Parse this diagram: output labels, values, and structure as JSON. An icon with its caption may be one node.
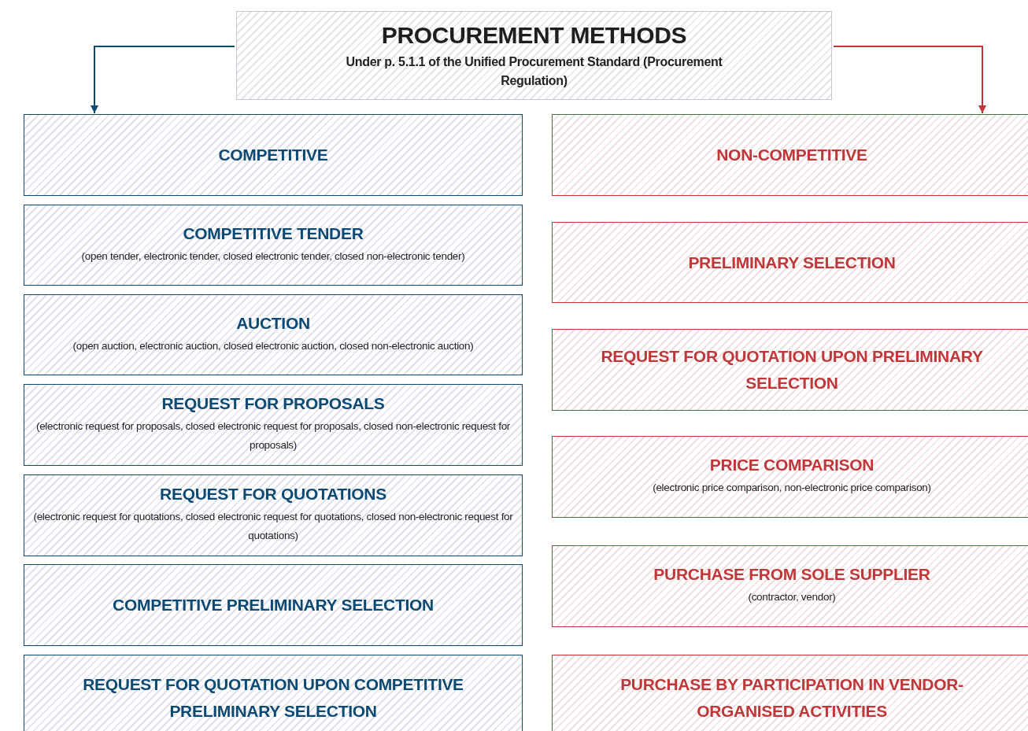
{
  "diagram": {
    "nodes": [
      {
        "text": [
          "PROCUREMENT METHODS",
          "Under p. 5.1.1 of the Unified Procurement Standard (Procurement Regulation)"
        ]
      },
      {
        "text": [
          "COMPETITIVE"
        ]
      },
      {
        "text": [
          "COMPETITIVE TENDER",
          "(open tender, electronic tender, closed electronic tender, closed non-electronic tender)"
        ]
      },
      {
        "text": [
          "AUCTION",
          "(open auction, electronic auction, closed electronic auction, closed non-electronic auction)"
        ]
      },
      {
        "text": [
          "REQUEST FOR PROPOSALS",
          "(electronic request for proposals, closed electronic request for proposals, closed non-electronic request for proposals)"
        ]
      },
      {
        "text": [
          "REQUEST FOR QUOTATIONS",
          "(electronic request for quotations, closed electronic request for quotations, closed non-electronic request for quotations)"
        ]
      },
      {
        "text": [
          "COMPETITIVE PRELIMINARY SELECTION"
        ]
      },
      {
        "text": [
          "REQUEST FOR QUOTATION UPON COMPETITIVE PRELIMINARY SELECTION"
        ]
      },
      {
        "text": [
          "NON-COMPETITIVE"
        ]
      },
      {
        "text": [
          "PRELIMINARY SELECTION"
        ]
      },
      {
        "text": [
          "REQUEST FOR QUOTATION UPON PRELIMINARY SELECTION"
        ]
      },
      {
        "text": [
          "PRICE COMPARISON",
          "(electronic price comparison, non-electronic price comparison)"
        ]
      },
      {
        "text": [
          "PURCHASE FROM SOLE SUPPLIER",
          "(contractor, vendor)"
        ]
      },
      {
        "text": [
          "PURCHASE BY PARTICIPATION IN VENDOR-ORGANISED ACTIVITIES"
        ]
      }
    ],
    "edges": [
      {
        "from": 0,
        "to": 1,
        "arrow": "to",
        "color": "#0d4a73"
      },
      {
        "from": 0,
        "to": 8,
        "arrow": "to",
        "color": "#c0373a"
      }
    ]
  }
}
